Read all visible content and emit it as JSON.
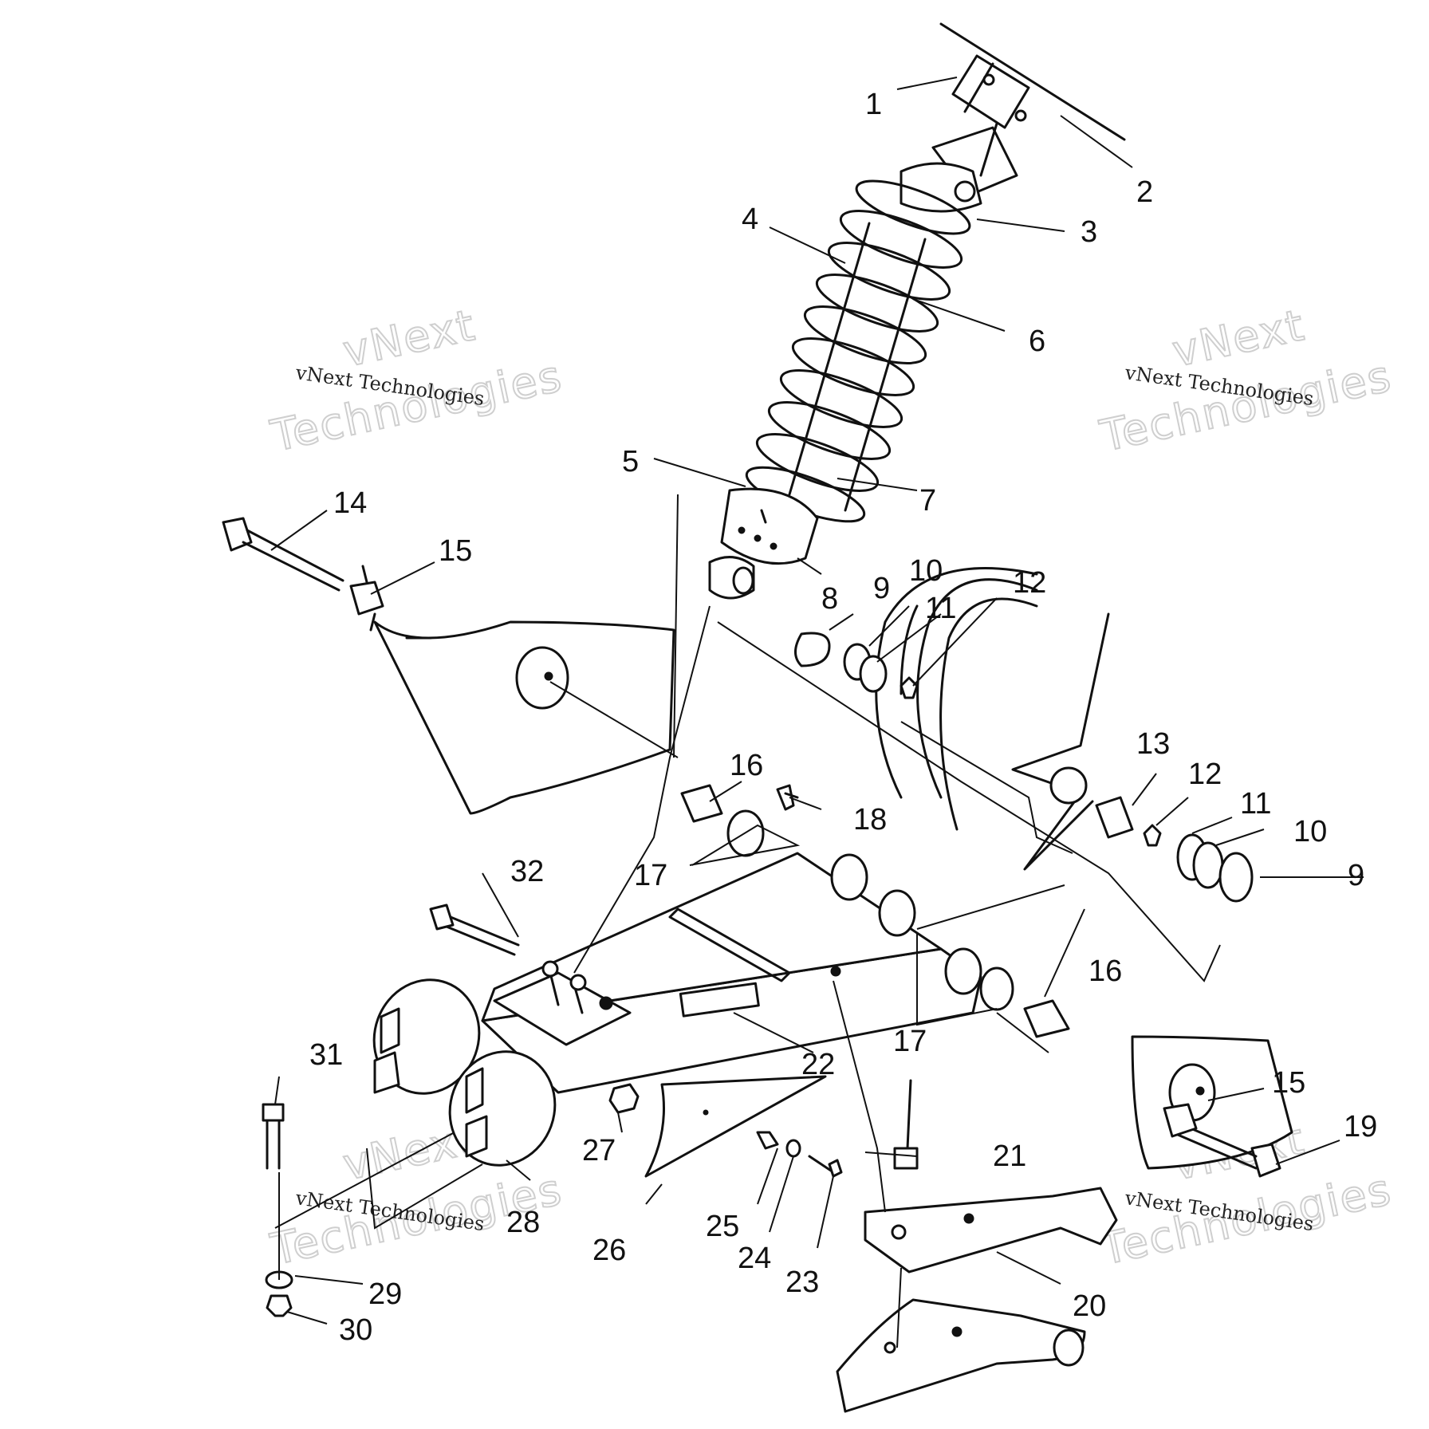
{
  "callouts": [
    "1",
    "2",
    "3",
    "4",
    "5",
    "6",
    "7",
    "8",
    "9",
    "10",
    "11",
    "12",
    "13",
    "14",
    "15",
    "16",
    "17",
    "18",
    "19",
    "20",
    "21",
    "22",
    "23",
    "24",
    "25",
    "26",
    "27",
    "28",
    "29",
    "30",
    "31",
    "32"
  ],
  "callouts_right_side": [
    "9",
    "10",
    "11",
    "12",
    "15",
    "16",
    "17"
  ],
  "watermark": {
    "brand_top": "vNext",
    "brand_bottom": "Technologies",
    "caption": "vNext Technologies"
  }
}
